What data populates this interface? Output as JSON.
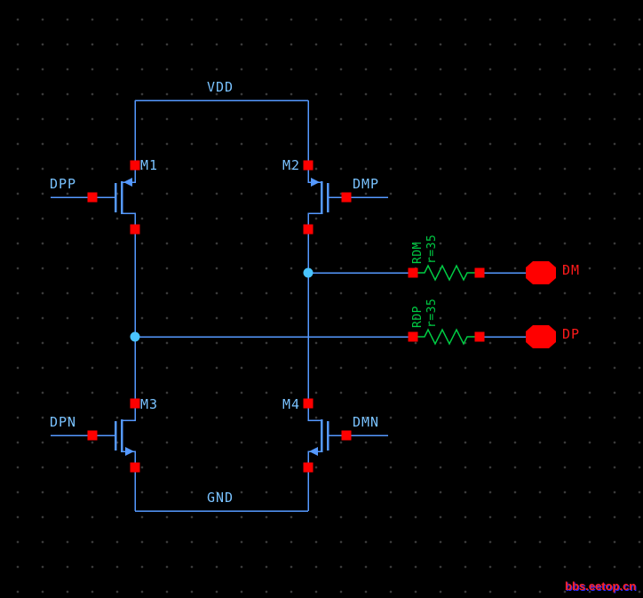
{
  "schematic": {
    "power_labels": {
      "vdd": "VDD",
      "gnd": "GND"
    },
    "transistors": [
      {
        "name": "M1",
        "gate_net": "DPP"
      },
      {
        "name": "M2",
        "gate_net": "DMP"
      },
      {
        "name": "M3",
        "gate_net": "DPN"
      },
      {
        "name": "M4",
        "gate_net": "DMN"
      }
    ],
    "resistors": [
      {
        "name": "RDM",
        "value": "r=35"
      },
      {
        "name": "RDP",
        "value": "r=35"
      }
    ],
    "ports": [
      {
        "name": "DM"
      },
      {
        "name": "DP"
      }
    ]
  },
  "colors": {
    "background": "#000000",
    "grid_dot": "#3c3c3c",
    "wire": "#5599ff",
    "label": "#79c2ff",
    "device_green": "#00cc44",
    "pin_red": "#ff0000",
    "port_label_red": "#ff1a1a",
    "junction": "#49c4ff"
  },
  "watermark": "bbs.eetop.cn"
}
